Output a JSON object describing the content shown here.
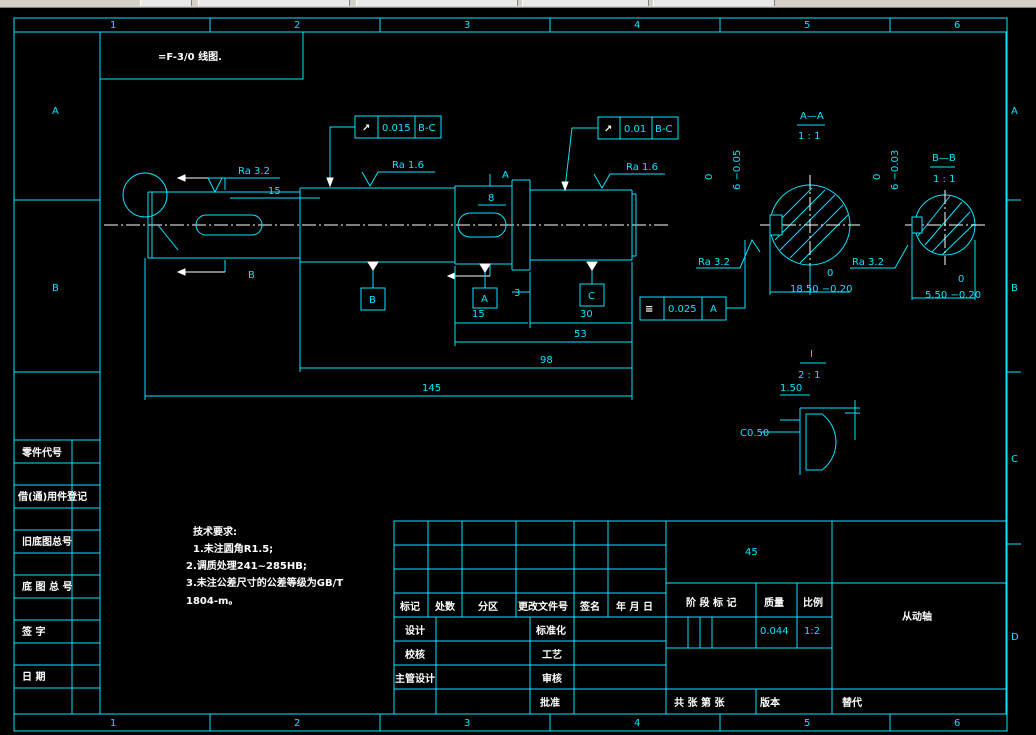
{
  "app": {
    "tabs": [
      "",
      "",
      "",
      "",
      ""
    ]
  },
  "frame": {
    "col_numbers": [
      "1",
      "2",
      "3",
      "4",
      "5",
      "6"
    ],
    "row_letters": [
      "A",
      "B",
      "C",
      "D"
    ]
  },
  "drawing": {
    "title_block_label": "=F-3/0 线图.",
    "roughness_1": "Ra  3.2",
    "roughness_2": "Ra  1.6",
    "roughness_3": "Ra  1.6",
    "roughness_4": "Ra  3.2",
    "roughness_5": "Ra  3.2",
    "runout_1": {
      "symbol": "↗",
      "value": "0.015",
      "datum": "B-C"
    },
    "runout_2": {
      "symbol": "↗",
      "value": "0.01",
      "datum": "B-C"
    },
    "symmetry": {
      "symbol": "≡",
      "value": "0.025",
      "datum": "A"
    },
    "section_aa": {
      "label": "A—A",
      "scale": "1 : 1"
    },
    "section_bb": {
      "label": "B—B",
      "scale": "1 : 1"
    },
    "detail": {
      "label": "I",
      "scale": "2 : 1",
      "dim1": "1.50",
      "dim2": "C0.50"
    },
    "datums": [
      "B",
      "A",
      "C"
    ],
    "section_marks": [
      "A",
      "B"
    ],
    "dims": {
      "d15a": "15",
      "d8": "8",
      "d15b": "15",
      "d3": "3",
      "d30": "30",
      "d53": "53",
      "d98": "98",
      "d145": "145",
      "sec_a_w": "18.50 −0.20",
      "sec_a_wt": "0",
      "sec_a_key": "6 −0.05",
      "sec_a_keyt": "0",
      "sec_b_w": "5.50 −0.20",
      "sec_b_wt": "0",
      "sec_b_key": "6 −0.03",
      "sec_b_keyt": "0"
    }
  },
  "left_panel": {
    "items": [
      "零件代号",
      "借(通)用件登记",
      "旧底图总号",
      "底 图 总 号",
      "签   字",
      "日   期"
    ]
  },
  "notes": {
    "title": "技术要求:",
    "lines": [
      "1.未注圆角R1.5;",
      "2.调质处理241~285HB;",
      "3.未注公差尺寸的公差等级为GB/T",
      "1804-m。"
    ]
  },
  "title_block": {
    "material": "45",
    "headers": [
      "标记",
      "处数",
      "分区",
      "更改文件号",
      "签名",
      "年 月 日"
    ],
    "rows": [
      {
        "label": "设计",
        "mid": "标准化"
      },
      {
        "label": "校核",
        "mid": "工艺"
      },
      {
        "label": "主管设计",
        "mid": "审核"
      },
      {
        "label": "",
        "mid": "批准"
      }
    ],
    "stage_label": "阶 段 标 记",
    "weight_label": "质量",
    "scale_label": "比例",
    "weight": "0.044",
    "scale": "1:2",
    "part_name": "从动轴",
    "sheet_text": "共  张  第  张",
    "version": "版本",
    "replace": "替代"
  }
}
